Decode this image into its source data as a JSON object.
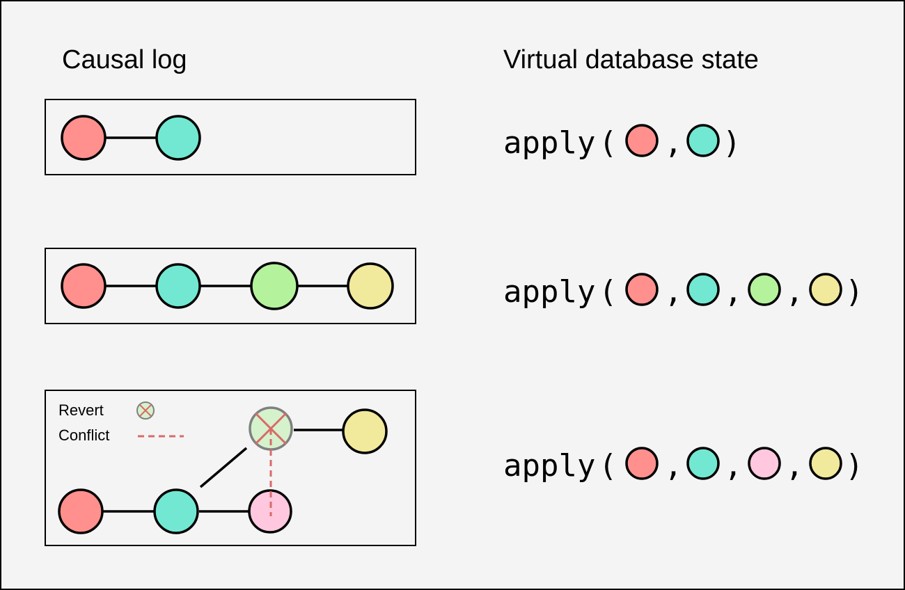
{
  "headings": {
    "left": "Causal log",
    "right": "Virtual database state"
  },
  "legend": {
    "revert_label": "Revert",
    "conflict_label": "Conflict",
    "revert_color": "#d5f2cc",
    "revert_stroke": "#808080",
    "conflict_color": "#d96a6a"
  },
  "colors": {
    "red": "#ff908d",
    "teal": "#72e8d2",
    "green": "#b5f29c",
    "yellow": "#f1e99c",
    "pink": "#ffc8df",
    "background": "#f4f4f4"
  },
  "rows": [
    {
      "log_nodes": [
        "red",
        "teal"
      ],
      "apply": {
        "fn": "apply",
        "args": [
          "red",
          "teal"
        ]
      }
    },
    {
      "log_nodes": [
        "red",
        "teal",
        "green",
        "yellow"
      ],
      "apply": {
        "fn": "apply",
        "args": [
          "red",
          "teal",
          "green",
          "yellow"
        ]
      }
    },
    {
      "log_nodes": [
        "red",
        "teal",
        "pink",
        "green-reverted",
        "yellow"
      ],
      "edges": [
        [
          "red",
          "teal"
        ],
        [
          "teal",
          "pink"
        ],
        [
          "teal",
          "green-reverted"
        ],
        [
          "green-reverted",
          "yellow"
        ]
      ],
      "conflict": [
        "pink",
        "green-reverted"
      ],
      "apply": {
        "fn": "apply",
        "args": [
          "red",
          "teal",
          "pink",
          "yellow"
        ]
      }
    }
  ]
}
